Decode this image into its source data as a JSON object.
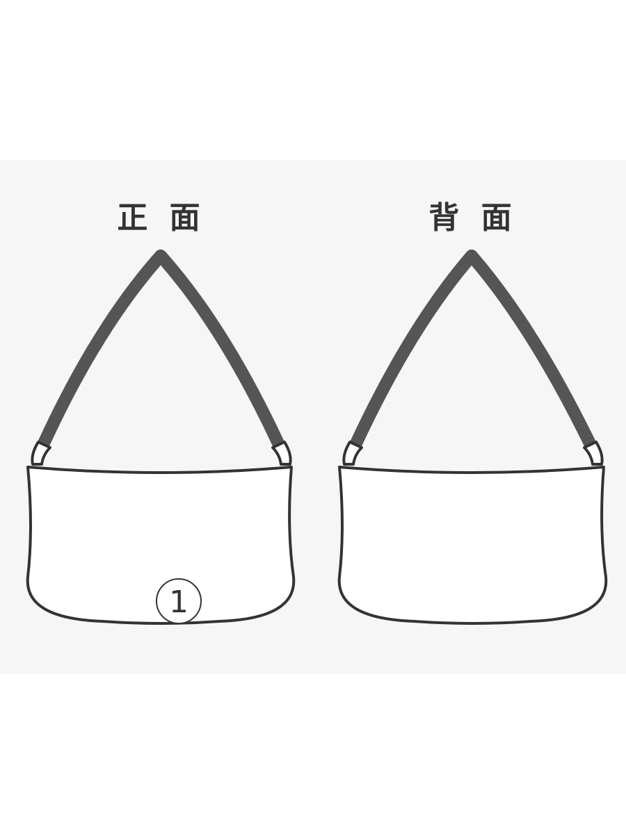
{
  "views": {
    "front": {
      "label": "正 面",
      "marker": "1"
    },
    "back": {
      "label": "背 面"
    }
  },
  "colors": {
    "background": "#ffffff",
    "panel": "#f6f6f6",
    "outline": "#333333",
    "strap": "#555555",
    "label_text": "#333333"
  }
}
